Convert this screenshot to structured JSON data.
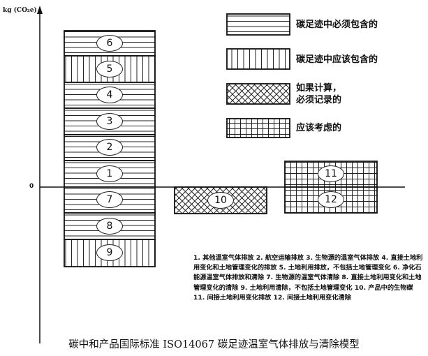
{
  "axis": {
    "y_label": "kg (CO₂e)",
    "zero_label": "0"
  },
  "legend": [
    {
      "pattern": "horizontal",
      "label": "碳足迹中必须包含的"
    },
    {
      "pattern": "vertical",
      "label": "碳足迹中应该包含的"
    },
    {
      "pattern": "crosshatch",
      "label": "如果计算，必须记录的",
      "lines": [
        "如果计算，",
        "必须记录的"
      ]
    },
    {
      "pattern": "grid",
      "label": "应该考虑的"
    }
  ],
  "segments": {
    "s1": "1",
    "s2": "2",
    "s3": "3",
    "s4": "4",
    "s5": "5",
    "s6": "6",
    "s7": "7",
    "s8": "8",
    "s9": "9",
    "s10": "10",
    "s11": "11",
    "s12": "12"
  },
  "notes": "1. 其他温室气体排放 2. 航空运输排放 3. 生物源的温室气体排放 4. 直接土地利用变化和土地管理变化的排放 5. 土地利用排放，不包括土地管理变化 6. 净化石能源温室气体排放和清除 7. 生物源的温室气体清除 8. 直接土地利用变化和土地管理变化的清除 9. 土地利用清除，不包括土地管理变化 10. 产品中的生物碳 11. 间接土地利用变化排放 12. 间接土地利用变化清除",
  "caption": "碳中和产品国际标准 ISO14067 碳足迹温室气体排放与清除模型"
}
